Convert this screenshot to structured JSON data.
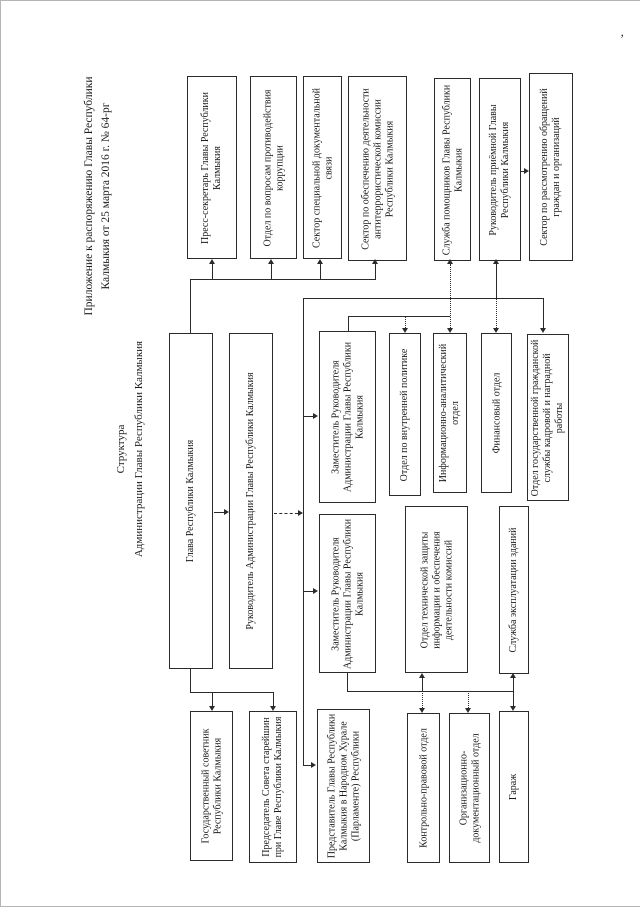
{
  "page": {
    "annotation": "Приложение к распоряжению Главы Республики\nКалмыкия от 25 марта 2016 г. № 64-рг",
    "title": "Структура\nАдминистрации Главы Республики Калмыкия",
    "corner_mark": "’"
  },
  "org": {
    "press_secretary": {
      "label": "Пресс-секретарь Главы Республики Калмыкия"
    },
    "anticorruption": {
      "label": "Отдел по вопросам противодействия коррупции"
    },
    "special_comm": {
      "label": "Сектор специальной документальной связи"
    },
    "antiterror": {
      "label": "Сектор по обеспечению деятельности антитеррористической комиссии Республики Калмыкия"
    },
    "assistants": {
      "label": "Служба помощников Главы Республики Калмыкия"
    },
    "reception_head": {
      "label": "Руководитель приёмной Главы Республики Калмыкия"
    },
    "appeals": {
      "label": "Сектор по рассмотрению обращений граждан и организаций"
    },
    "glava": {
      "label": "Глава Республики Калмыкия"
    },
    "admin_head": {
      "label": "Руководитель Администрации Главы Республики Калмыкия"
    },
    "deputy1": {
      "label": "Заместитель Руководителя Администрации Главы Республики Калмыкия"
    },
    "deputy2": {
      "label": "Заместитель Руководителя Администрации Главы Республики Калмыкия"
    },
    "internal_policy": {
      "label": "Отдел по внутренней политике"
    },
    "info_analytics": {
      "label": "Информационно-аналитический отдел"
    },
    "finance": {
      "label": "Финансовый отдел"
    },
    "civil_service": {
      "label": "Отдел государственной гражданской службы кадровой и наградной работы"
    },
    "tech_protection": {
      "label": "Отдел технической защиты информации и обеспечения деятельности комиссий"
    },
    "building_service": {
      "label": "Служба эксплуатации зданий"
    },
    "state_counselor": {
      "label": "Государственный советник Республики Калмыкия"
    },
    "elders_council": {
      "label": "Председатель Совета старейшин при Главе Республики Калмыкия"
    },
    "representative": {
      "label": "Представитель Главы Республики Калмыкия в Народном Хурале (Парламенте) Республики"
    },
    "legal_control": {
      "label": "Контрольно-правовой отдел"
    },
    "org_doc": {
      "label": "Организационно-документационный отдел"
    },
    "garage": {
      "label": "Гараж"
    }
  }
}
